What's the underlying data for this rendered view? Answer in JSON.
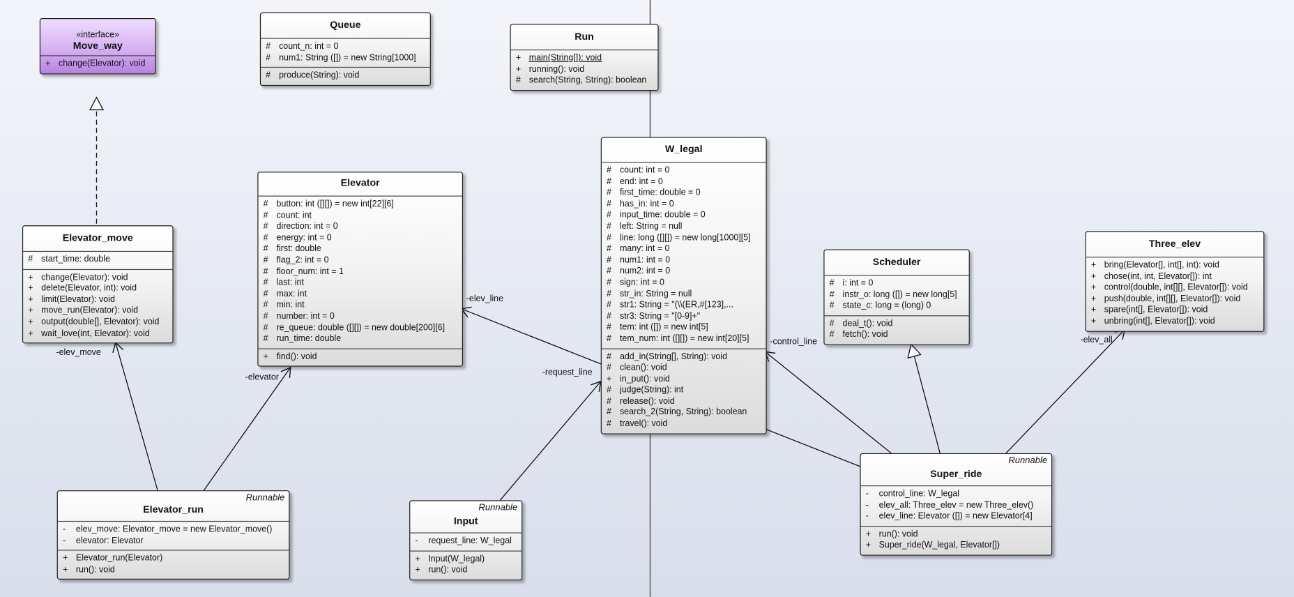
{
  "diagram": {
    "classes": [
      {
        "id": "move_way",
        "stereotype": "«interface»",
        "name": "Move_way",
        "tag": "",
        "kind": "interface",
        "attributes": [],
        "operations": [
          {
            "vis": "+",
            "text": "change(Elevator): void"
          }
        ]
      },
      {
        "id": "queue",
        "stereotype": "",
        "name": "Queue",
        "tag": "",
        "kind": "class",
        "attributes": [
          {
            "vis": "#",
            "text": "count_n: int = 0"
          },
          {
            "vis": "#",
            "text": "num1: String ([]) = new String[1000]"
          }
        ],
        "operations": [
          {
            "vis": "#",
            "text": "produce(String): void"
          }
        ]
      },
      {
        "id": "run",
        "stereotype": "",
        "name": "Run",
        "tag": "",
        "kind": "class",
        "attributes": [],
        "operations": [
          {
            "vis": "+",
            "text": "main(String[]): void",
            "underline": true
          },
          {
            "vis": "+",
            "text": "running(): void"
          },
          {
            "vis": "#",
            "text": "search(String, String): boolean"
          }
        ]
      },
      {
        "id": "w_legal",
        "stereotype": "",
        "name": "W_legal",
        "tag": "",
        "kind": "class",
        "attributes": [
          {
            "vis": "#",
            "text": "count: int = 0"
          },
          {
            "vis": "#",
            "text": "end: int = 0"
          },
          {
            "vis": "#",
            "text": "first_time: double = 0"
          },
          {
            "vis": "#",
            "text": "has_in: int = 0"
          },
          {
            "vis": "#",
            "text": "input_time: double = 0"
          },
          {
            "vis": "#",
            "text": "left: String = null"
          },
          {
            "vis": "#",
            "text": "line: long ([][]) = new long[1000][5]"
          },
          {
            "vis": "#",
            "text": "many: int = 0"
          },
          {
            "vis": "#",
            "text": "num1: int = 0"
          },
          {
            "vis": "#",
            "text": "num2: int = 0"
          },
          {
            "vis": "#",
            "text": "sign: int = 0"
          },
          {
            "vis": "#",
            "text": "str_in: String = null"
          },
          {
            "vis": "#",
            "text": "str1: String = \"(\\\\(ER,#[123],..."
          },
          {
            "vis": "#",
            "text": "str3: String = \"[0-9]+\""
          },
          {
            "vis": "#",
            "text": "tem: int ([]) = new int[5]"
          },
          {
            "vis": "#",
            "text": "tem_num: int ([][]) = new int[20][5]"
          }
        ],
        "operations": [
          {
            "vis": "#",
            "text": "add_in(String[], String): void"
          },
          {
            "vis": "#",
            "text": "clean(): void"
          },
          {
            "vis": "+",
            "text": "in_put(): void"
          },
          {
            "vis": "#",
            "text": "judge(String): int"
          },
          {
            "vis": "#",
            "text": "release(): void"
          },
          {
            "vis": "#",
            "text": "search_2(String, String): boolean"
          },
          {
            "vis": "#",
            "text": "travel(): void"
          }
        ]
      },
      {
        "id": "elevator",
        "stereotype": "",
        "name": "Elevator",
        "tag": "",
        "kind": "class",
        "attributes": [
          {
            "vis": "#",
            "text": "button: int ([][]) = new int[22][6]"
          },
          {
            "vis": "#",
            "text": "count: int"
          },
          {
            "vis": "#",
            "text": "direction: int = 0"
          },
          {
            "vis": "#",
            "text": "energy: int = 0"
          },
          {
            "vis": "#",
            "text": "first: double"
          },
          {
            "vis": "#",
            "text": "flag_2: int = 0"
          },
          {
            "vis": "#",
            "text": "floor_num: int = 1"
          },
          {
            "vis": "#",
            "text": "last: int"
          },
          {
            "vis": "#",
            "text": "max: int"
          },
          {
            "vis": "#",
            "text": "min: int"
          },
          {
            "vis": "#",
            "text": "number: int = 0"
          },
          {
            "vis": "#",
            "text": "re_queue: double ([][]) = new double[200][6]"
          },
          {
            "vis": "#",
            "text": "run_time: double"
          }
        ],
        "operations": [
          {
            "vis": "+",
            "text": "find(): void"
          }
        ]
      },
      {
        "id": "elevator_move",
        "stereotype": "",
        "name": "Elevator_move",
        "tag": "",
        "kind": "class",
        "attributes": [
          {
            "vis": "#",
            "text": "start_time: double"
          }
        ],
        "operations": [
          {
            "vis": "+",
            "text": "change(Elevator): void"
          },
          {
            "vis": "+",
            "text": "delete(Elevator, int): void"
          },
          {
            "vis": "+",
            "text": "limit(Elevator): void"
          },
          {
            "vis": "+",
            "text": "move_run(Elevator): void"
          },
          {
            "vis": "+",
            "text": "output(double[], Elevator): void"
          },
          {
            "vis": "+",
            "text": "wait_love(int, Elevator): void"
          }
        ]
      },
      {
        "id": "scheduler",
        "stereotype": "",
        "name": "Scheduler",
        "tag": "",
        "kind": "class",
        "attributes": [
          {
            "vis": "#",
            "text": "i: int = 0"
          },
          {
            "vis": "#",
            "text": "instr_o: long ([]) = new long[5]"
          },
          {
            "vis": "#",
            "text": "state_c: long = (long) 0"
          }
        ],
        "operations": [
          {
            "vis": "#",
            "text": "deal_t(): void"
          },
          {
            "vis": "#",
            "text": "fetch(): void"
          }
        ]
      },
      {
        "id": "three_elev",
        "stereotype": "",
        "name": "Three_elev",
        "tag": "",
        "kind": "class",
        "attributes": [],
        "operations": [
          {
            "vis": "+",
            "text": "bring(Elevator[], int[], int): void"
          },
          {
            "vis": "+",
            "text": "chose(int, int, Elevator[]): int"
          },
          {
            "vis": "+",
            "text": "control(double, int[][], Elevator[]): void"
          },
          {
            "vis": "+",
            "text": "push(double, int[][], Elevator[]): void"
          },
          {
            "vis": "+",
            "text": "spare(int[], Elevator[]): void"
          },
          {
            "vis": "+",
            "text": "unbring(int[], Elevator[]): void"
          }
        ]
      },
      {
        "id": "elevator_run",
        "stereotype": "",
        "name": "Elevator_run",
        "tag": "Runnable",
        "kind": "class",
        "attributes": [
          {
            "vis": "-",
            "text": "elev_move: Elevator_move = new Elevator_move()"
          },
          {
            "vis": "-",
            "text": "elevator: Elevator"
          }
        ],
        "operations": [
          {
            "vis": "+",
            "text": "Elevator_run(Elevator)"
          },
          {
            "vis": "+",
            "text": "run(): void"
          }
        ]
      },
      {
        "id": "input",
        "stereotype": "",
        "name": "Input",
        "tag": "Runnable",
        "kind": "class",
        "attributes": [
          {
            "vis": "-",
            "text": "request_line: W_legal"
          }
        ],
        "operations": [
          {
            "vis": "+",
            "text": "Input(W_legal)"
          },
          {
            "vis": "+",
            "text": "run(): void"
          }
        ]
      },
      {
        "id": "super_ride",
        "stereotype": "",
        "name": "Super_ride",
        "tag": "Runnable",
        "kind": "class",
        "attributes": [
          {
            "vis": "-",
            "text": "control_line: W_legal"
          },
          {
            "vis": "-",
            "text": "elev_all: Three_elev = new Three_elev()"
          },
          {
            "vis": "-",
            "text": "elev_line: Elevator ([]) = new Elevator[4]"
          }
        ],
        "operations": [
          {
            "vis": "+",
            "text": "run(): void"
          },
          {
            "vis": "+",
            "text": "Super_ride(W_legal, Elevator[])"
          }
        ]
      }
    ],
    "relations": [
      {
        "id": "r-realize",
        "type": "realization",
        "from": "elevator_move",
        "to": "move_way",
        "label": ""
      },
      {
        "id": "r-elev-move",
        "type": "association",
        "from": "elevator_run",
        "to": "elevator_move",
        "label": "-elev_move"
      },
      {
        "id": "r-elevator",
        "type": "association",
        "from": "elevator_run",
        "to": "elevator",
        "label": "-elevator"
      },
      {
        "id": "r-request-line",
        "type": "association",
        "from": "input",
        "to": "w_legal",
        "label": "-request_line"
      },
      {
        "id": "r-elev-line",
        "type": "association",
        "from": "super_ride",
        "to": "elevator",
        "label": "-elev_line"
      },
      {
        "id": "r-control-line",
        "type": "association",
        "from": "super_ride",
        "to": "w_legal",
        "label": "-control_line"
      },
      {
        "id": "r-generalize",
        "type": "generalization",
        "from": "super_ride",
        "to": "scheduler",
        "label": ""
      },
      {
        "id": "r-elev-all",
        "type": "association",
        "from": "super_ride",
        "to": "three_elev",
        "label": "-elev_all"
      }
    ]
  }
}
